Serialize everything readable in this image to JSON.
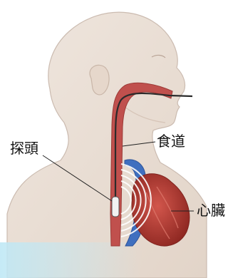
{
  "labels": {
    "probe": "探頭",
    "esophagus": "食道",
    "heart": "心臟"
  },
  "colors": {
    "skin": "#e9ddd3",
    "skin_outline": "#cbbbb0",
    "esophagus": "#c0504d",
    "aorta_blue": "#3f6fbf",
    "heart": "#b3362f",
    "ultrasound_waves": "#ffffff",
    "background": "#ffffff"
  }
}
